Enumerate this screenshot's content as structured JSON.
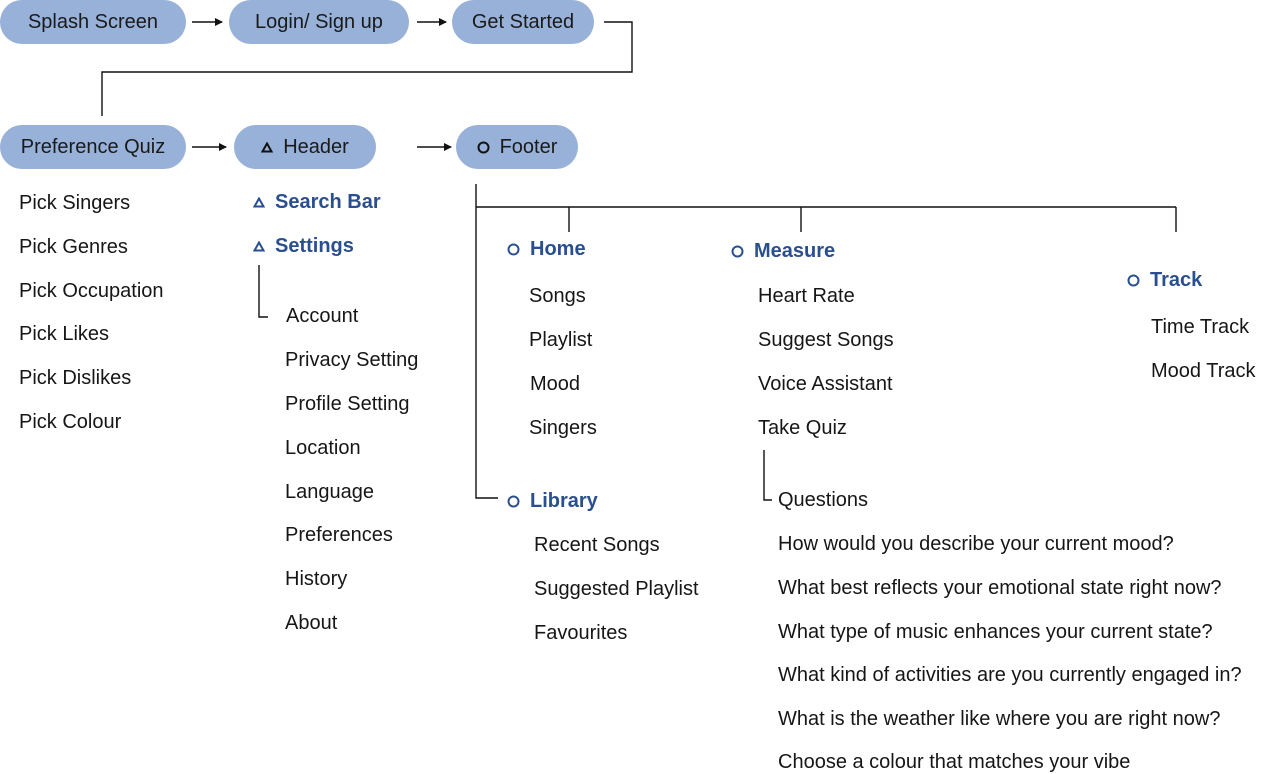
{
  "colors": {
    "pill": "#97b1d8",
    "accent": "#2a4f8f",
    "line": "#111111"
  },
  "flow": {
    "splash": "Splash Screen",
    "login": "Login/ Sign up",
    "get_started": "Get Started",
    "quiz": "Preference Quiz",
    "header": "Header",
    "footer": "Footer"
  },
  "quiz_items": [
    "Pick Singers",
    "Pick Genres",
    "Pick Occupation",
    "Pick Likes",
    "Pick Dislikes",
    "Pick Colour"
  ],
  "header_section": {
    "search_bar": "Search Bar",
    "settings": "Settings",
    "settings_items": [
      "Account",
      "Privacy Setting",
      "Profile Setting",
      "Location",
      "Language",
      "Preferences",
      "History",
      "About"
    ]
  },
  "footer_section": {
    "home": {
      "title": "Home",
      "items": [
        "Songs",
        "Playlist",
        "Mood",
        "Singers"
      ]
    },
    "measure": {
      "title": "Measure",
      "items": [
        "Heart Rate",
        "Suggest Songs",
        "Voice Assistant",
        "Take Quiz"
      ],
      "questions_title": "Questions",
      "questions": [
        "How would you describe your current mood?",
        "What best reflects your emotional state right now?",
        "What type of music enhances your current state?",
        "What kind of activities are you currently engaged in?",
        "What is the weather like where you are right now?",
        "Choose a colour that matches your vibe"
      ]
    },
    "track": {
      "title": "Track",
      "items": [
        "Time Track",
        "Mood Track"
      ]
    },
    "library": {
      "title": "Library",
      "items": [
        "Recent Songs",
        "Suggested Playlist",
        "Favourites"
      ]
    }
  }
}
